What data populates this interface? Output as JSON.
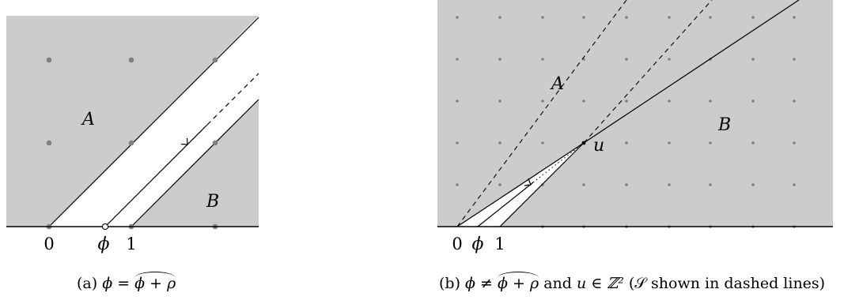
{
  "figure_a": {
    "region_a_label": "A",
    "region_b_label": "B",
    "tick_labels": [
      "0",
      "ϕ",
      "1"
    ],
    "caption": {
      "tag": "(a)",
      "lhs": "ϕ",
      "relation": "=",
      "hat_expr": "ϕ + ρ"
    }
  },
  "figure_b": {
    "region_a_label": "A",
    "region_b_label": "B",
    "point_label": "u",
    "tick_labels": [
      "0",
      "ϕ",
      "1"
    ],
    "caption": {
      "tag": "(b)",
      "lhs": "ϕ",
      "relation": "≠",
      "hat_expr": "ϕ + ρ",
      "connector": "and",
      "membership": "u ∈ ℤ²",
      "note": "(𝒮 shown in dashed lines)"
    }
  },
  "colors": {
    "shade": "#cccccc",
    "lattice_point": "#808080",
    "line": "#000000"
  }
}
